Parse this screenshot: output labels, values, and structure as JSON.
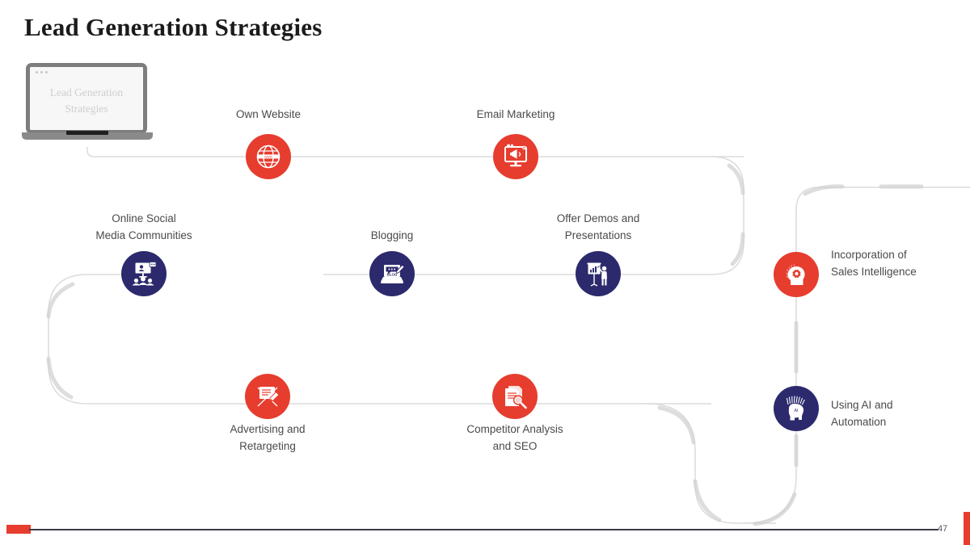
{
  "slide": {
    "title": "Lead Generation Strategies",
    "page_number": "47",
    "colors": {
      "red": "#e63d2e",
      "navy": "#2c2a6d",
      "connector": "#d8d8d8",
      "label_text": "#4a4a4a",
      "title_text": "#1b1b1b"
    }
  },
  "laptop": {
    "screen_text": "Lead\nGeneration\nStrategies"
  },
  "nodes": [
    {
      "id": "own-website",
      "label": "Own Website",
      "icon": "globe-www-icon",
      "color": "red",
      "label_position": "above"
    },
    {
      "id": "email-marketing",
      "label": "Email Marketing",
      "icon": "monitor-megaphone-icon",
      "color": "red",
      "label_position": "above"
    },
    {
      "id": "incorporation-sales-intelligence",
      "label": "Incorporation of\nSales Intelligence",
      "icon": "head-gear-icon",
      "color": "red",
      "label_position": "right"
    },
    {
      "id": "online-social-media-communities",
      "label": "Online Social\nMedia Communities",
      "icon": "video-audience-icon",
      "color": "navy",
      "label_position": "above"
    },
    {
      "id": "blogging",
      "label": "Blogging",
      "icon": "laptop-blog-icon",
      "color": "navy",
      "label_position": "above"
    },
    {
      "id": "offer-demos-and-presentations",
      "label": "Offer Demos and\nPresentations",
      "icon": "presentation-board-icon",
      "color": "navy",
      "label_position": "above"
    },
    {
      "id": "using-ai-and-automation",
      "label": "Using AI and\nAutomation",
      "icon": "ai-brain-icon",
      "color": "navy",
      "label_position": "right"
    },
    {
      "id": "advertising-and-retargeting",
      "label": "Advertising and\nRetargeting",
      "icon": "document-pen-icon",
      "color": "red",
      "label_position": "below"
    },
    {
      "id": "competitor-analysis-and-seo",
      "label": "Competitor Analysis\nand SEO",
      "icon": "document-magnifier-icon",
      "color": "red",
      "label_position": "below"
    }
  ]
}
